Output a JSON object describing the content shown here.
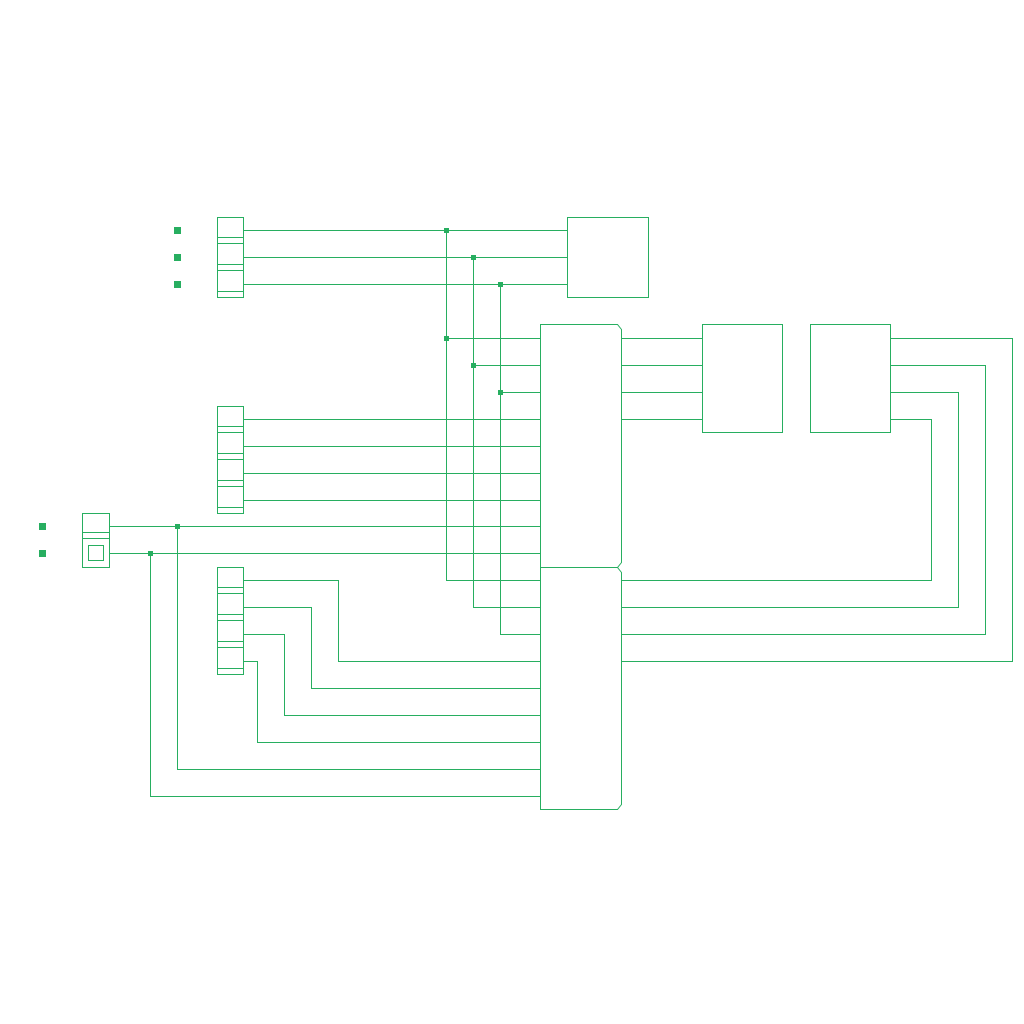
{
  "diagram": {
    "kind": "logic-circuit-schematic",
    "colors": {
      "background": "#ffffff",
      "stroke": "#27ae60",
      "pin_fill": "#27ae60"
    },
    "components": [
      {
        "id": "input-bus-a",
        "type": "input-connector",
        "pins": 3
      },
      {
        "id": "input-bus-b",
        "type": "input-connector",
        "pins": 4
      },
      {
        "id": "input-bus-c",
        "type": "input-connector",
        "pins": 4
      },
      {
        "id": "control-input",
        "type": "input-connector",
        "pins": 2
      },
      {
        "id": "block-top",
        "type": "logic-block"
      },
      {
        "id": "main-unit-upper",
        "type": "multiplexer"
      },
      {
        "id": "main-unit-lower",
        "type": "multiplexer"
      },
      {
        "id": "output-block-1",
        "type": "logic-block"
      },
      {
        "id": "output-block-2",
        "type": "logic-block"
      }
    ]
  }
}
